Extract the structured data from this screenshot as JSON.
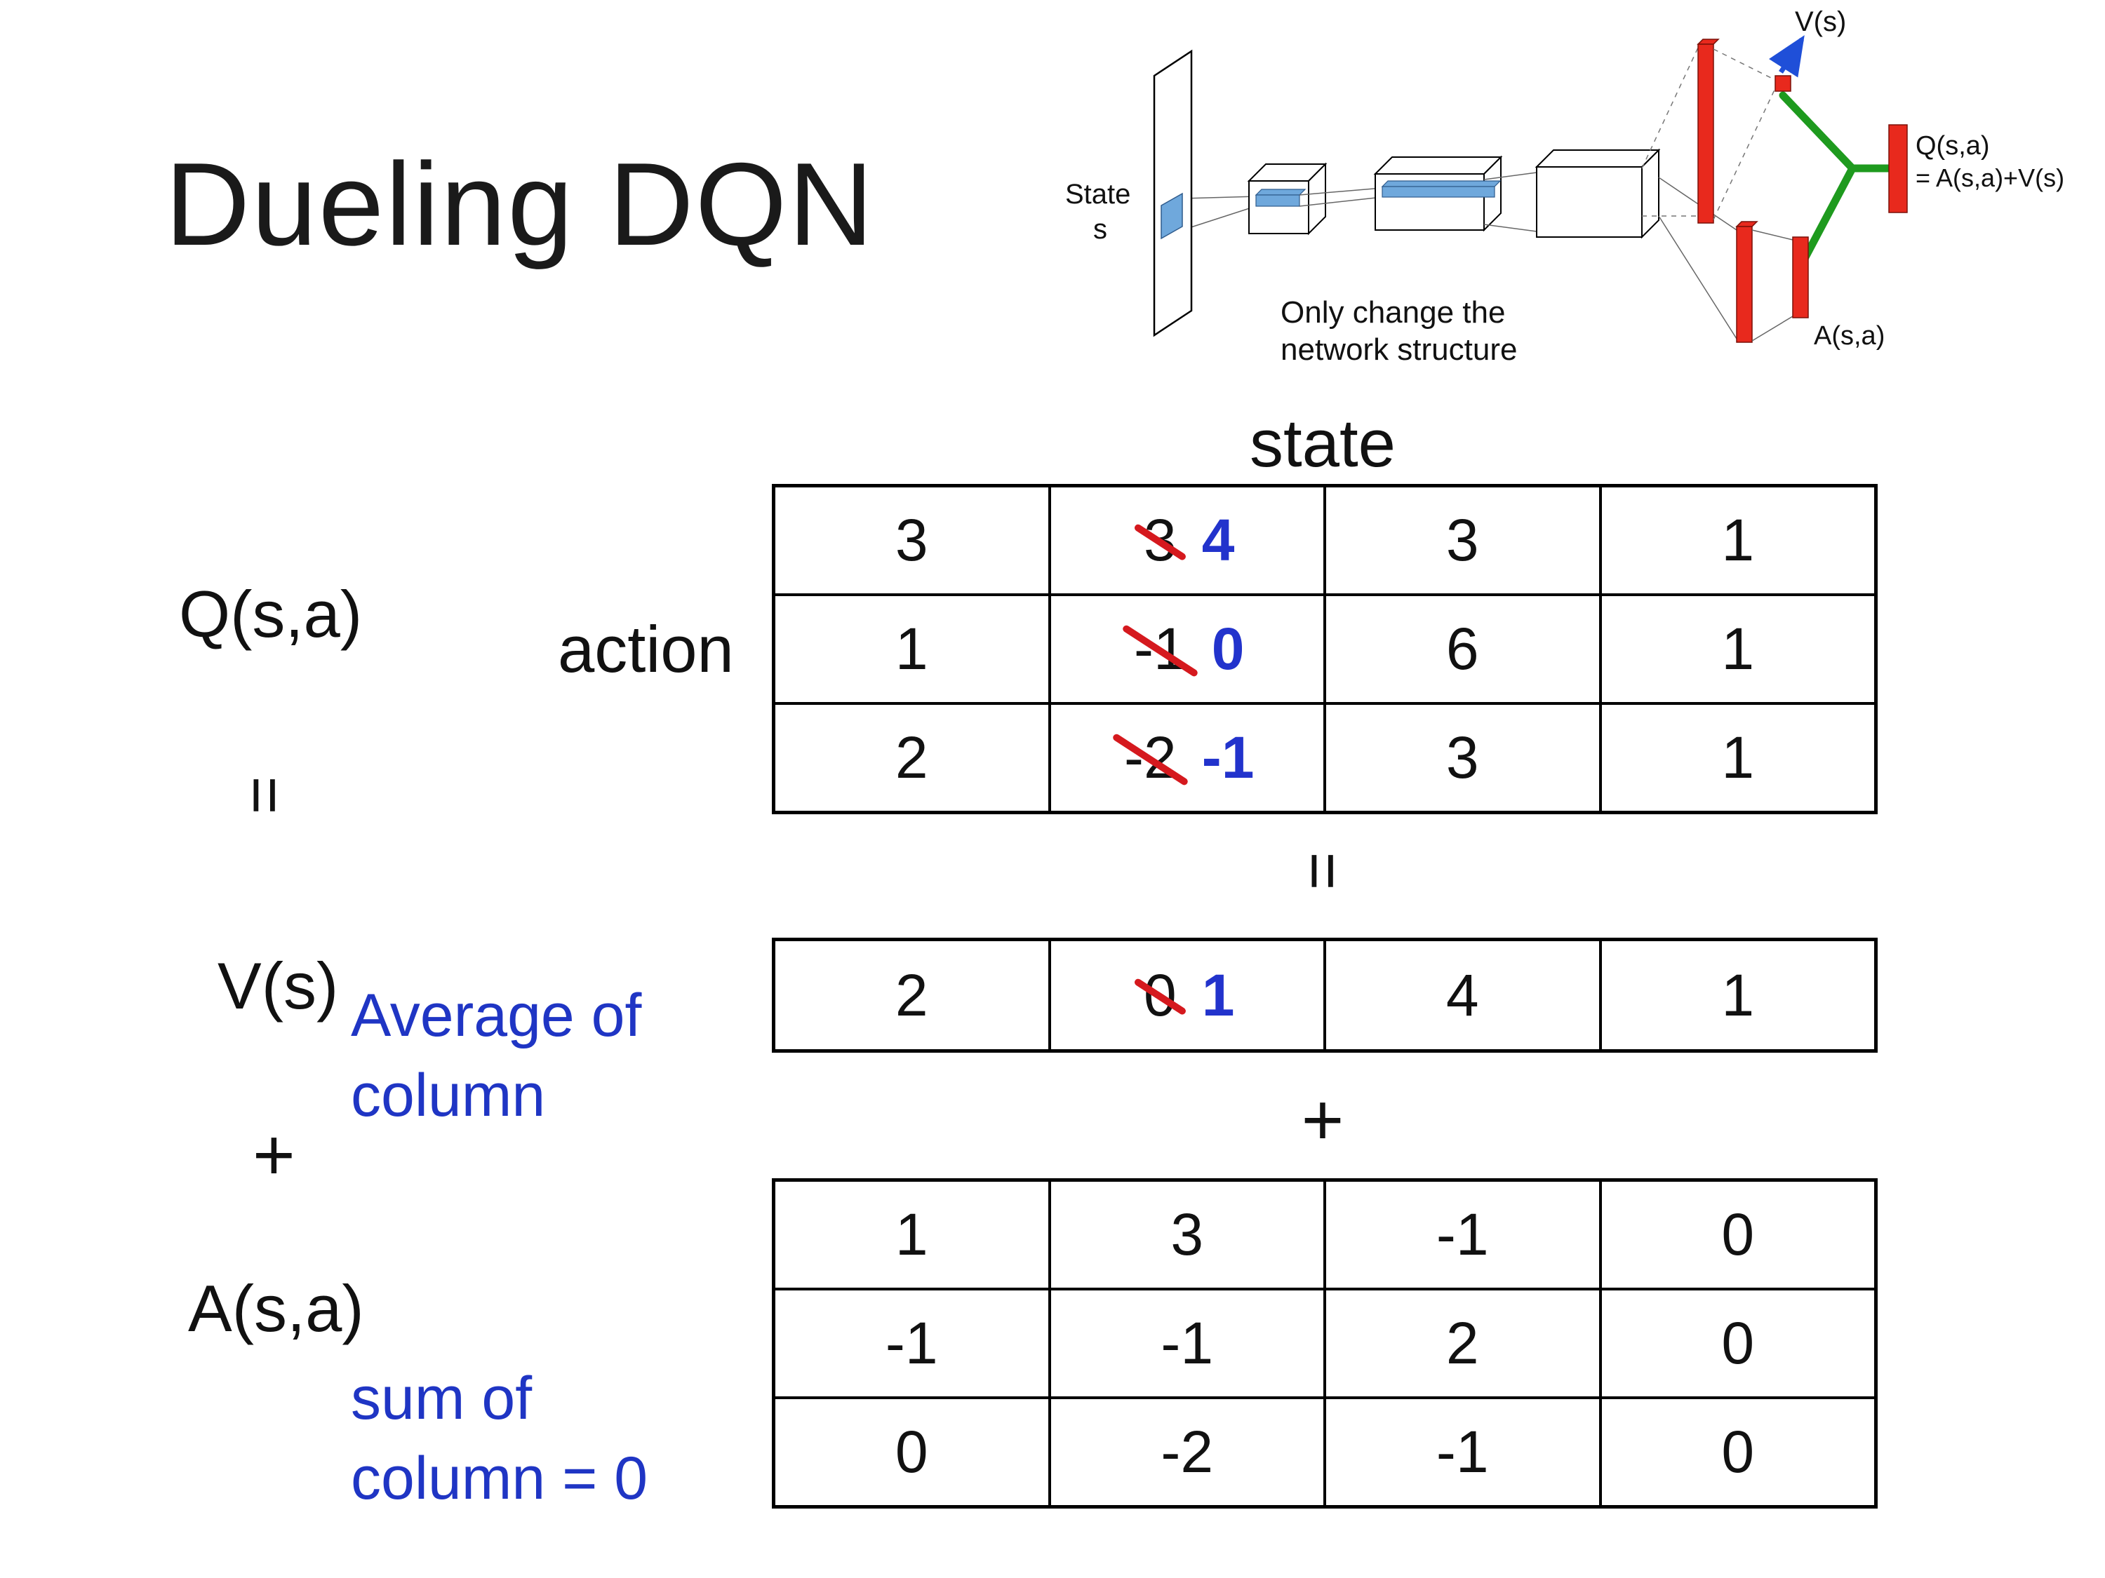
{
  "title": "Dueling DQN",
  "network": {
    "state_line1": "State",
    "state_line2": "s",
    "note_line1": "Only change the",
    "note_line2": "network structure",
    "v_out": "V(s)",
    "q_out": "Q(s,a)",
    "q_formula": "= A(s,a)+V(s)",
    "a_out": "A(s,a)"
  },
  "labels": {
    "state_header": "state",
    "action_label": "action",
    "q_label": "Q(s,a)",
    "v_label": "V(s)",
    "a_label": "A(s,a)",
    "equals_left": "=",
    "equals_middle": "=",
    "plus_left": "+",
    "plus_middle": "+",
    "average_note": "Average of\ncolumn",
    "sum_note": "sum of\ncolumn = 0"
  },
  "q_table": {
    "rows": [
      [
        "3",
        {
          "old": "3",
          "new": "4"
        },
        "3",
        "1"
      ],
      [
        "1",
        {
          "old": "-1",
          "new": "0"
        },
        "6",
        "1"
      ],
      [
        "2",
        {
          "old": "-2",
          "new": "-1"
        },
        "3",
        "1"
      ]
    ]
  },
  "v_table": {
    "rows": [
      [
        "2",
        {
          "old": "0",
          "new": "1"
        },
        "4",
        "1"
      ]
    ]
  },
  "a_table": {
    "rows": [
      [
        "1",
        "3",
        "-1",
        "0"
      ],
      [
        "-1",
        "-1",
        "2",
        "0"
      ],
      [
        "0",
        "-2",
        "-1",
        "0"
      ]
    ]
  },
  "colors": {
    "highlight_blue": "#2233cc",
    "note_blue": "#1f35c4",
    "strike_red": "#d5191e",
    "bar_red": "#e8291d",
    "bar_red_edge": "#7a1008",
    "connector_green": "#1e9a1e",
    "slab_blue": "#6fa8dc",
    "slab_blue_edge": "#2f5b8c",
    "arrow_blue": "#1f4fd8"
  }
}
